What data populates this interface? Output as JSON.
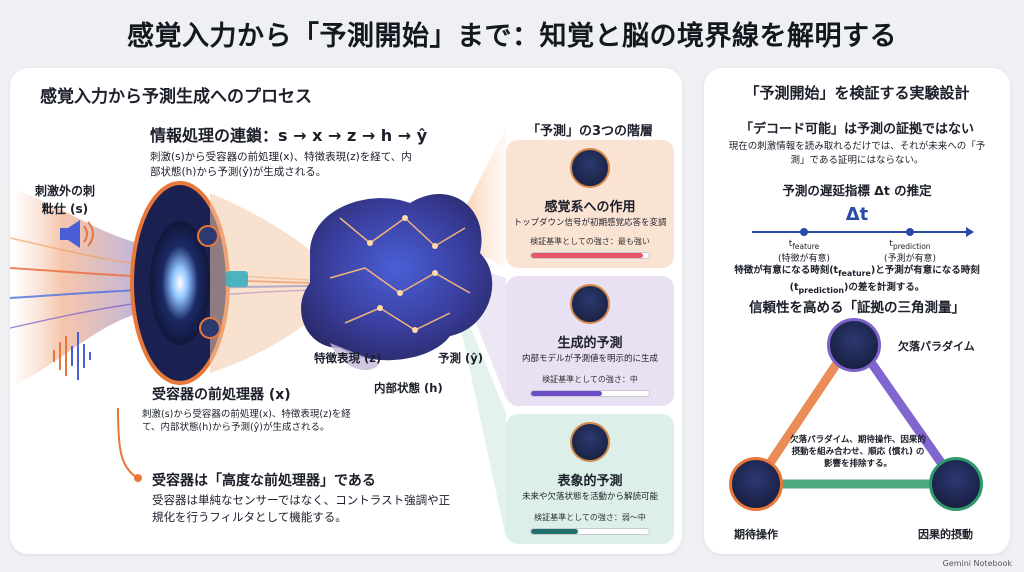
{
  "title": "感覚入力から「予測開始」まで：知覚と脳の境界線を解明する",
  "left": {
    "heading": "感覚入力から予測生成へのプロセス",
    "chain_title": "情報処理の連鎖：s → x → z → h → ŷ",
    "chain_desc": "刺激(s)から受容器の前処理(x)、特徴表現(z)を経て、内部状態(h)から予測(ŷ)が生成される。",
    "stimulus_label": "刺激外の刺粃仕 (s)",
    "feature_label": "特徴表現 (z)",
    "internal_label": "内部状態 (h)",
    "prediction_label": "予測 (ŷ)",
    "receptor_title": "受容器の前処理器 (x)",
    "receptor_desc": "刺激(s)から受容器の前処理(x)、特徴表現(z)を経て、内部状態(h)から予測(ŷ)が生成される。",
    "filter_title": "受容器は「高度な前処理器」である",
    "filter_desc": "受容器は単純なセンサーではなく、コントラスト強調や正規化を行うフィルタとして機能する。",
    "levels_title": "「予測」の3つの階層",
    "levels": [
      {
        "title": "感覚系への作用",
        "desc": "トップダウン信号が初期感覚応答を変調",
        "strength": "検証基準としての強さ：最も強い",
        "level": 0.95,
        "bg": "#fbe3d3",
        "bar": "#e8566a"
      },
      {
        "title": "生成的予測",
        "desc": "内部モデルが予測値を明示的に生成",
        "strength": "検証基準としての強さ：中",
        "level": 0.6,
        "bg": "#e9e0f3",
        "bar": "#6b4cc6"
      },
      {
        "title": "表象的予測",
        "desc": "未来や欠落状態を活動から解読可能",
        "strength": "検証基準としての強さ：弱〜中",
        "level": 0.4,
        "bg": "#dcefe9",
        "bar": "#1f6f6b"
      }
    ]
  },
  "right": {
    "heading": "「予測開始」を検証する実験設計",
    "subheading": "「デコード可能」は予測の証拠ではない",
    "subdesc": "現在の刺激情報を読み取れるだけでは、それが未来への「予測」である証明にはならない。",
    "latency_title": "予測の遅延指標 Δt の推定",
    "dt": "Δt",
    "t_feature": "t",
    "t_feature_sub": "feature",
    "t_feature_note": "(特徴が有意)",
    "t_prediction": "t",
    "t_prediction_sub": "prediction",
    "t_prediction_note": "(予測が有意)",
    "latency_desc_1": "特徴が有意になる時刻(t",
    "latency_desc_sub1": "feature",
    "latency_desc_2": ")と予測が有意になる時刻(t",
    "latency_desc_sub2": "prediction",
    "latency_desc_3": ")の差を計測する。",
    "triangle_title": "信頼性を高める「証拠の三角測量」",
    "node_top": "欠落パラダイム",
    "node_left": "期待操作",
    "node_right": "因果的摂動",
    "triangle_desc": "欠落パラダイム、期待操作、因果的摂動を組み合わせ、順応 (慣れ) の影響を排除する。"
  },
  "footer": "Gemini Notebook",
  "colors": {
    "accent": "#2a4aa8",
    "orange": "#e8773a",
    "purple": "#6b4cc6",
    "teal": "#1f6f6b"
  }
}
